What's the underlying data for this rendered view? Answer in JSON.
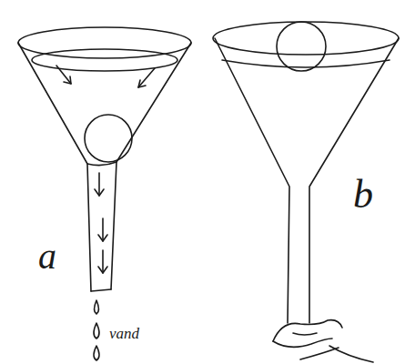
{
  "diagram": {
    "labels": [
      "a",
      "vand",
      "b"
    ]
  }
}
